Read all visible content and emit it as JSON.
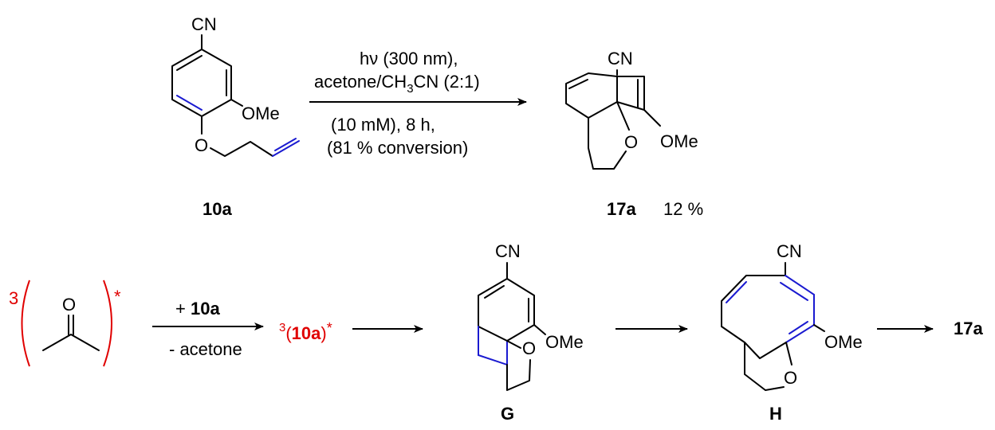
{
  "compounds": {
    "c10a": {
      "label": "10a",
      "cn": "CN",
      "ome": "OMe",
      "o": "O"
    },
    "c17a": {
      "label": "17a",
      "yield": "12 %",
      "cn": "CN",
      "ome": "OMe",
      "o": "O"
    },
    "g": {
      "label": "G",
      "cn": "CN",
      "ome": "OMe",
      "o": "O"
    },
    "h": {
      "label": "H",
      "cn": "CN",
      "ome": "OMe",
      "o": "O"
    },
    "acetone": {
      "o": "O",
      "multiplicity": "3",
      "excited": "*"
    }
  },
  "reaction1": {
    "line1": "hν (300 nm),",
    "line2_pre": "acetone/CH",
    "line2_sub": "3",
    "line2_post": "CN (2:1)",
    "line3": "(10 mM), 8 h,",
    "line4": "(81 % conversion)"
  },
  "reaction2": {
    "above_pre": "+ ",
    "above_bold": "10a",
    "below": "- acetone"
  },
  "triplet": {
    "sup": "3",
    "open": "(",
    "bold": "10a",
    "close": ")",
    "star": "*"
  },
  "final_product": "17a",
  "colors": {
    "highlight": "#1a1ad0",
    "triplet_red": "#e00000"
  }
}
